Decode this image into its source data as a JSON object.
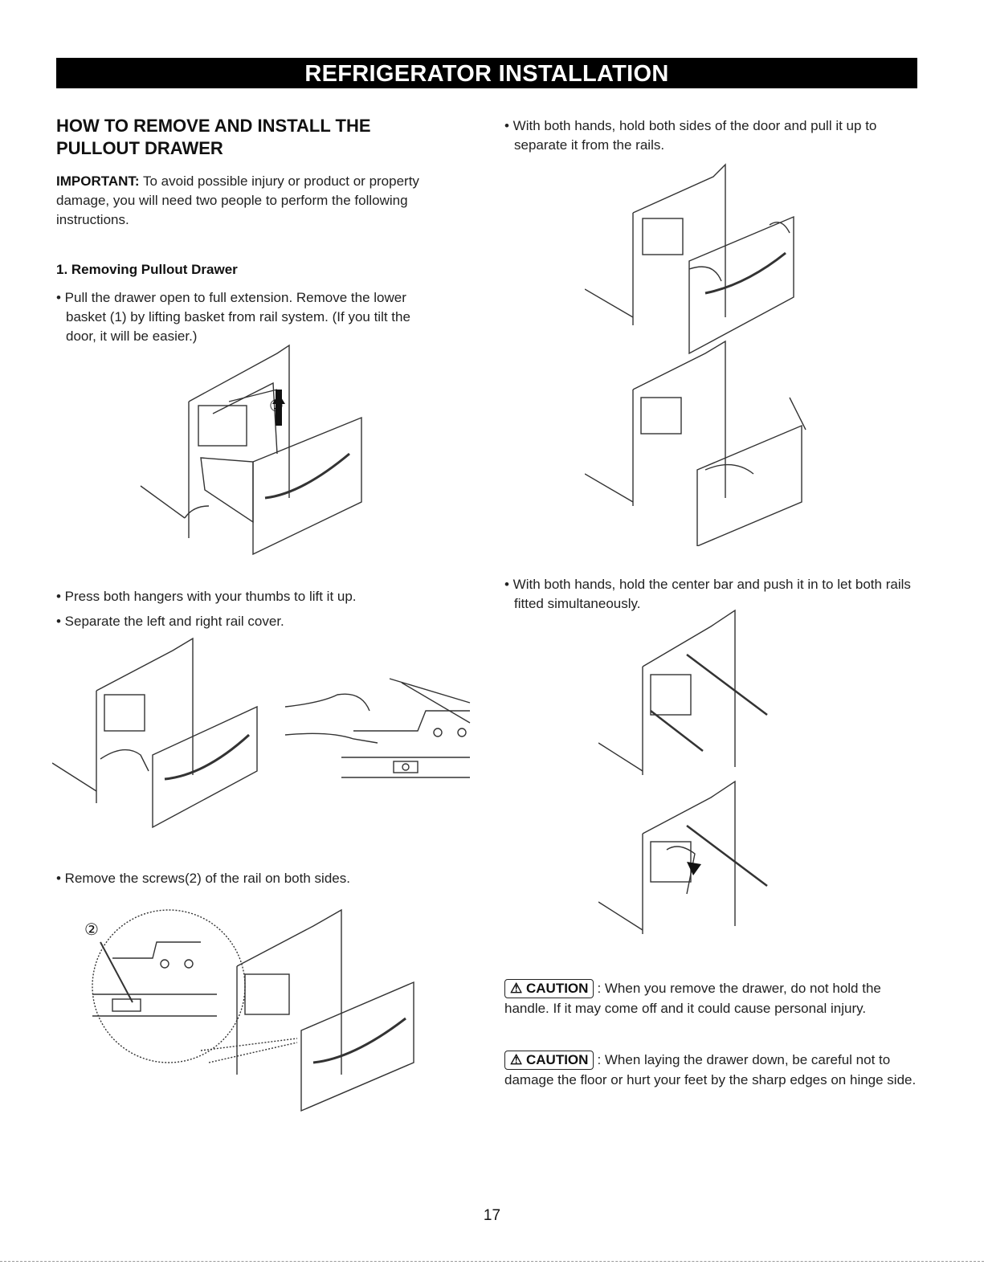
{
  "header": {
    "banner": "REFRIGERATOR INSTALLATION"
  },
  "left": {
    "title_line1": "HOW TO REMOVE AND INSTALL THE",
    "title_line2": "PULLOUT DRAWER",
    "important_label": "IMPORTANT:",
    "important_text": " To avoid possible injury or product or property damage, you will need two people to perform the following instructions.",
    "step1_title": "1. Removing Pullout Drawer",
    "bullet1": "• Pull the drawer open to full extension. Remove the lower basket (1) by lifting basket from rail system. (If you tilt the door, it will be easier.)",
    "callout1": "①",
    "bullet2": "• Press both hangers with your thumbs to lift it up.",
    "bullet3": "• Separate the left and right rail cover.",
    "bullet4": "• Remove the screws(2) of the rail on both sides.",
    "callout2": "②"
  },
  "right": {
    "bullet1": "• With both hands, hold both sides of the door and pull it up to separate it from the rails.",
    "bullet2": "• With both hands, hold the center bar and push it in to let both rails fitted simultaneously.",
    "caution_label": "CAUTION",
    "caution1": ": When you remove the drawer, do not hold the handle. If it may come off and it could cause personal injury.",
    "caution2": ": When laying the drawer down, be careful not to damage the floor or hurt your feet by the sharp edges on hinge side."
  },
  "footer": {
    "page_number": "17"
  }
}
